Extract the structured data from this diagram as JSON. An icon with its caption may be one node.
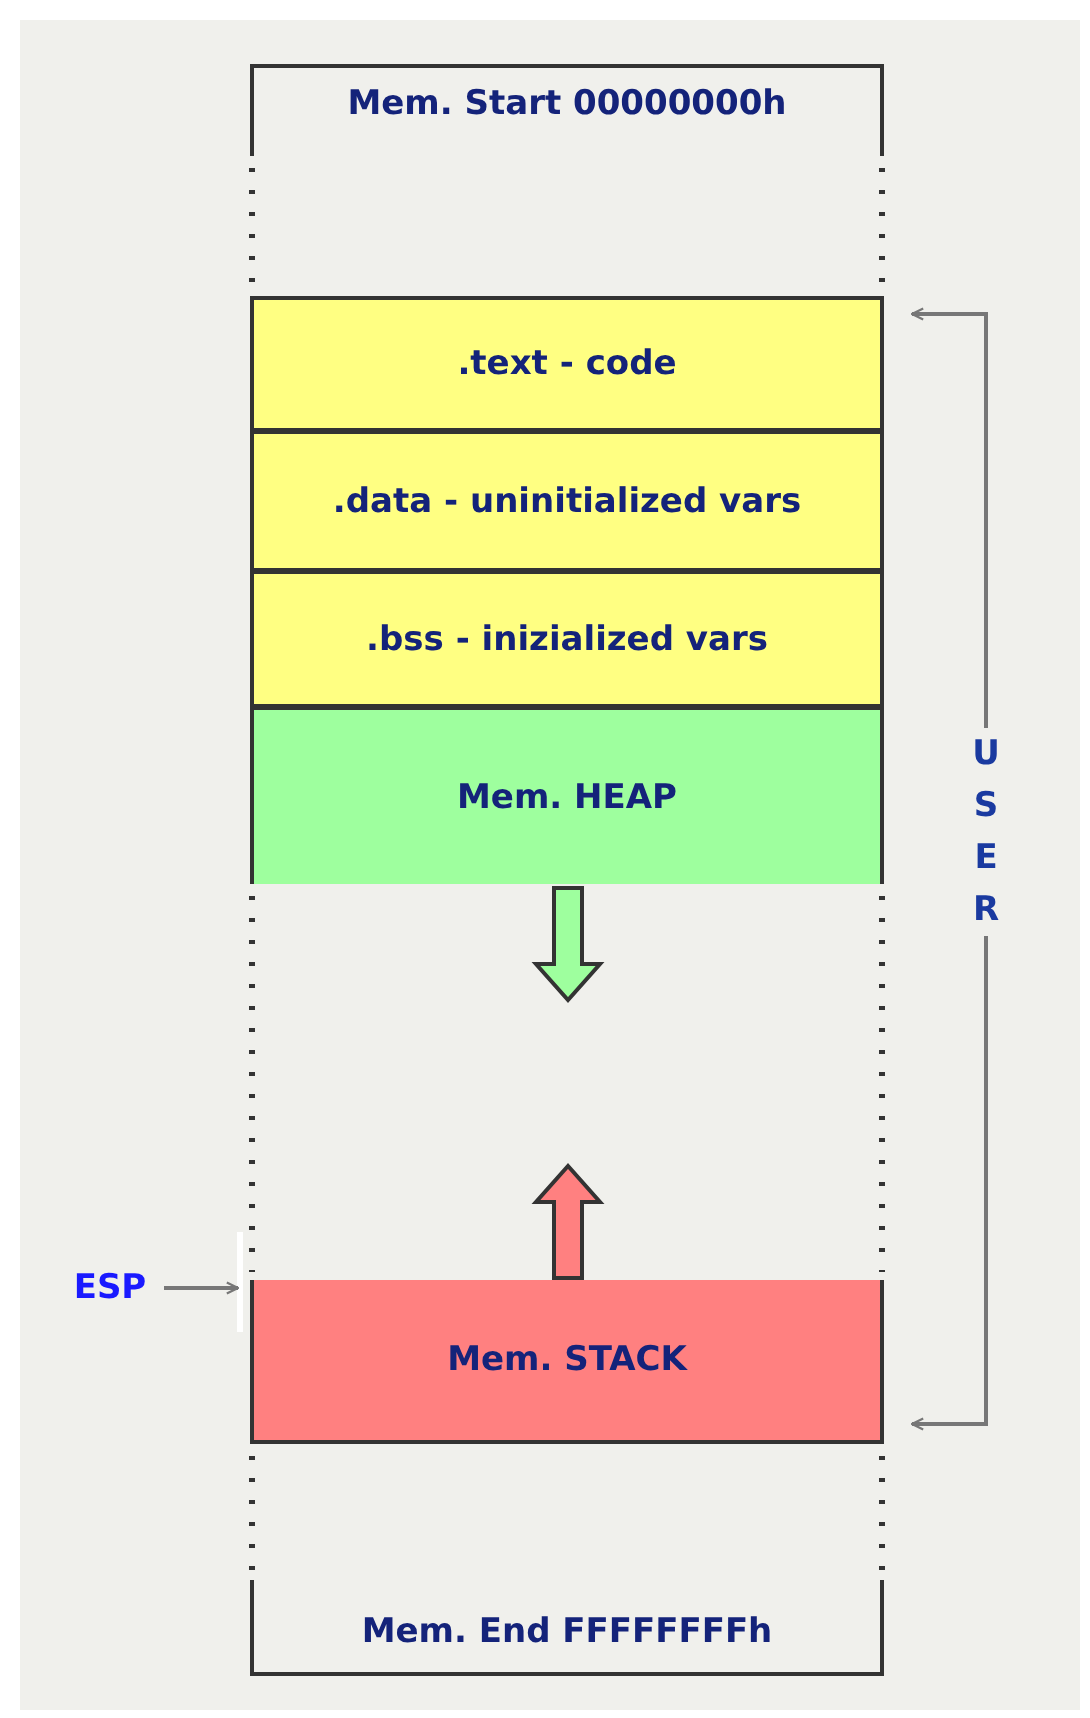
{
  "diagram": {
    "nodes": [
      {
        "text": [
          "Mem. Start  00000000h"
        ]
      },
      {
        "text": [
          ".text - code"
        ]
      },
      {
        "text": [
          ".data - uninitialized vars"
        ]
      },
      {
        "text": [
          ".bss - inizialized vars"
        ]
      },
      {
        "text": [
          "Mem.  HEAP"
        ]
      },
      {
        "text": [
          "Mem.  STACK"
        ]
      },
      {
        "text": [
          "Mem. End  FFFFFFFFh"
        ]
      },
      {
        "text": [
          "ESP"
        ]
      },
      {
        "text": [
          "USER"
        ]
      }
    ],
    "edges": [
      {
        "from": 7,
        "to": 5,
        "arrow": "to"
      },
      {
        "from": 8,
        "to": 1,
        "arrow": "to"
      },
      {
        "from": 8,
        "to": 5,
        "arrow": "to"
      }
    ]
  }
}
